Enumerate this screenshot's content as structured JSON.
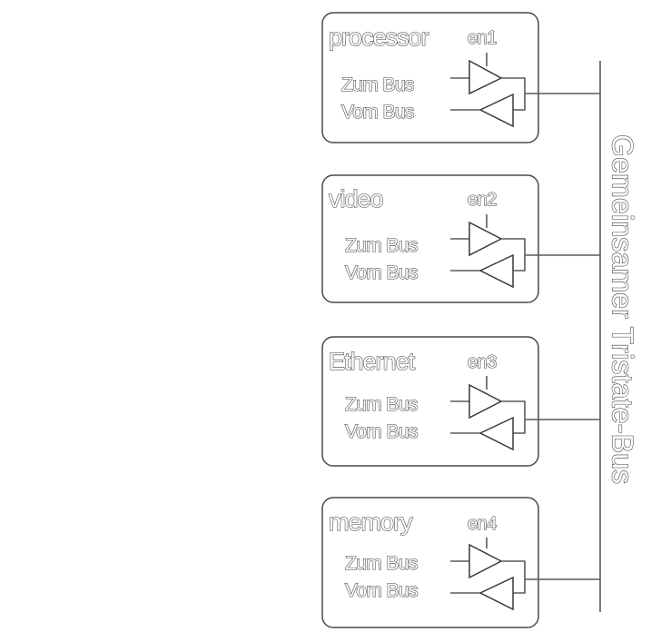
{
  "bus_label": "Gemeinsamer Tristate-Bus",
  "modules": [
    {
      "name": "processor",
      "enable": "en1",
      "to_bus": "Zum Bus",
      "from_bus": "Vom Bus"
    },
    {
      "name": "video",
      "enable": "en2",
      "to_bus": "Zum Bus",
      "from_bus": "Vom Bus"
    },
    {
      "name": "Ethernet",
      "enable": "en3",
      "to_bus": "Zum Bus",
      "from_bus": "Vom Bus"
    },
    {
      "name": "memory",
      "enable": "en4",
      "to_bus": "Zum Bus",
      "from_bus": "Vom Bus"
    }
  ]
}
